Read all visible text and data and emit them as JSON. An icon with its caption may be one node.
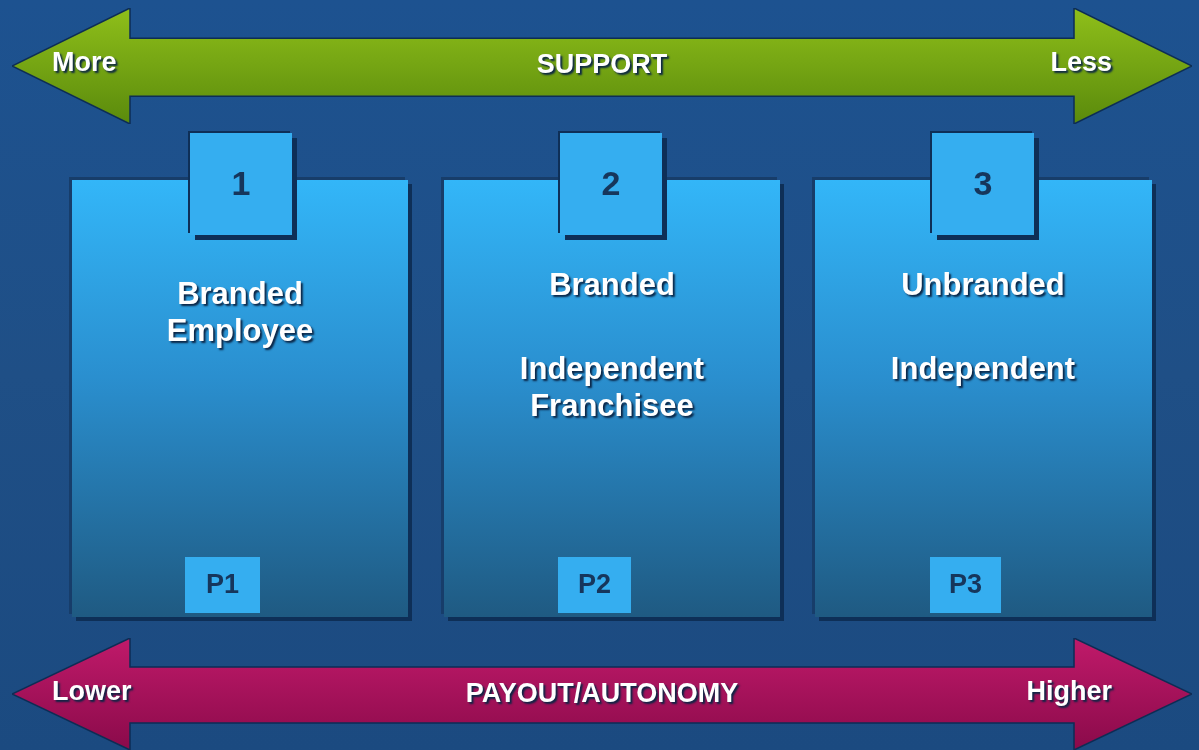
{
  "diagram": {
    "nodes": [
      {
        "text": [
          "More",
          "SUPPORT",
          "Less"
        ]
      },
      {
        "text": [
          "1"
        ]
      },
      {
        "text": [
          "Branded Employee"
        ]
      },
      {
        "text": [
          "P1"
        ],
        "in": 2
      },
      {
        "text": [
          "2"
        ]
      },
      {
        "text": [
          "Branded",
          "Independent Franchisee"
        ]
      },
      {
        "text": [
          "P2"
        ],
        "in": 5
      },
      {
        "text": [
          "3"
        ]
      },
      {
        "text": [
          "Unbranded",
          "Independent"
        ]
      },
      {
        "text": [
          "P3"
        ],
        "in": 8
      },
      {
        "text": [
          "Lower",
          "PAYOUT/AUTONOMY",
          "Higher"
        ]
      }
    ]
  }
}
